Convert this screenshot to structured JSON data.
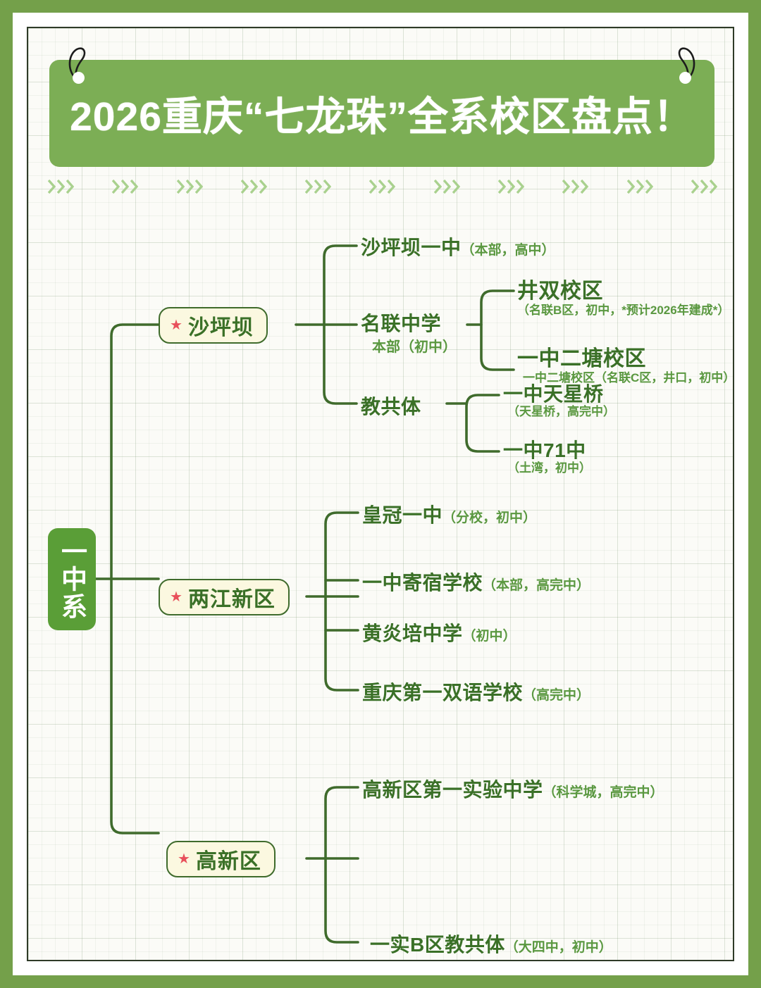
{
  "meta": {
    "banner_title": "2026重庆“七龙珠”全系校区盘点！",
    "accent_green": "#7cae55",
    "line_green": "#3f6b2c",
    "text_green": "#3a7027",
    "note_green": "#5a9840",
    "pill_bg": "#fbf8e0",
    "root_bg": "#5a9e37",
    "star_red": "#e8505b"
  },
  "root": {
    "label": "一中系",
    "star": "★"
  },
  "regions": [
    {
      "id": "shapingba",
      "star": "★",
      "label": "沙坪坝"
    },
    {
      "id": "liangjiang",
      "star": "★",
      "label": "两江新区"
    },
    {
      "id": "gaoxin",
      "star": "★",
      "label": "高新区"
    }
  ],
  "branches": {
    "shapingba": [
      {
        "name": "沙坪坝一中",
        "note": "（本部，高中）",
        "sub": "",
        "children": []
      },
      {
        "name": "名联中学",
        "note": "",
        "sub": "本部（初中）",
        "children": [
          {
            "name": "井双校区",
            "note": "（名联B区，初中，*预计2026年建成*）"
          },
          {
            "name": "一中二塘校区",
            "note": "一中二塘校区（名联C区，井口，初中）"
          }
        ]
      },
      {
        "name": "教共体",
        "note": "",
        "sub": "",
        "children": [
          {
            "name": "一中天星桥",
            "note": "（天星桥，高完中）"
          },
          {
            "name": "一中71中",
            "note": "（土湾，初中）"
          }
        ]
      }
    ],
    "liangjiang": [
      {
        "name": "皇冠一中",
        "note": "（分校，初中）"
      },
      {
        "name": "一中寄宿学校",
        "note": "（本部，高完中）"
      },
      {
        "name": "黄炎培中学",
        "note": "（初中）"
      },
      {
        "name": "重庆第一双语学校",
        "note": "（高完中）"
      }
    ],
    "gaoxin": [
      {
        "name": "高新区第一实验中学",
        "note": "（科学城，高完中）"
      },
      {
        "name": "一实B区教共体",
        "note": "（大四中，初中）"
      }
    ]
  },
  "decor": {
    "chevron_glyph": "❯",
    "chevron_groups": 11,
    "chevrons_per_group": 3
  }
}
